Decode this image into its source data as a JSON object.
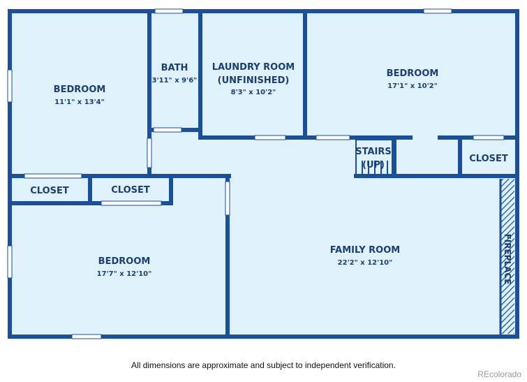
{
  "colors": {
    "wall": "#1a4f9c",
    "floor": "#dff1fb",
    "window": "#ffffff",
    "label": "#1b3f73"
  },
  "rooms": {
    "bedroom_nw": {
      "name": "BEDROOM",
      "dims": "11'1\" x 13'4\""
    },
    "bath": {
      "name": "BATH",
      "dims": "3'11\" x 9'6\""
    },
    "laundry": {
      "name_line1": "LAUNDRY ROOM",
      "name_line2": "(UNFINISHED)",
      "dims": "8'3\" x 10'2\""
    },
    "bedroom_ne": {
      "name": "BEDROOM",
      "dims": "17'1\" x 10'2\""
    },
    "stairs": {
      "name_line1": "STAIRS",
      "name_line2": "(UP)"
    },
    "closet_right": {
      "name": "CLOSET"
    },
    "closet_left": {
      "name": "CLOSET"
    },
    "closet_mid": {
      "name": "CLOSET"
    },
    "bedroom_sw": {
      "name": "BEDROOM",
      "dims": "17'7\" x 12'10\""
    },
    "family": {
      "name": "FAMILY ROOM",
      "dims": "22'2\" x 12'10\""
    },
    "fireplace": {
      "name": "FIREPLACE"
    }
  },
  "footer": {
    "disclaimer": "All dimensions are approximate and subject to independent verification.",
    "credit": "REcolorado"
  }
}
